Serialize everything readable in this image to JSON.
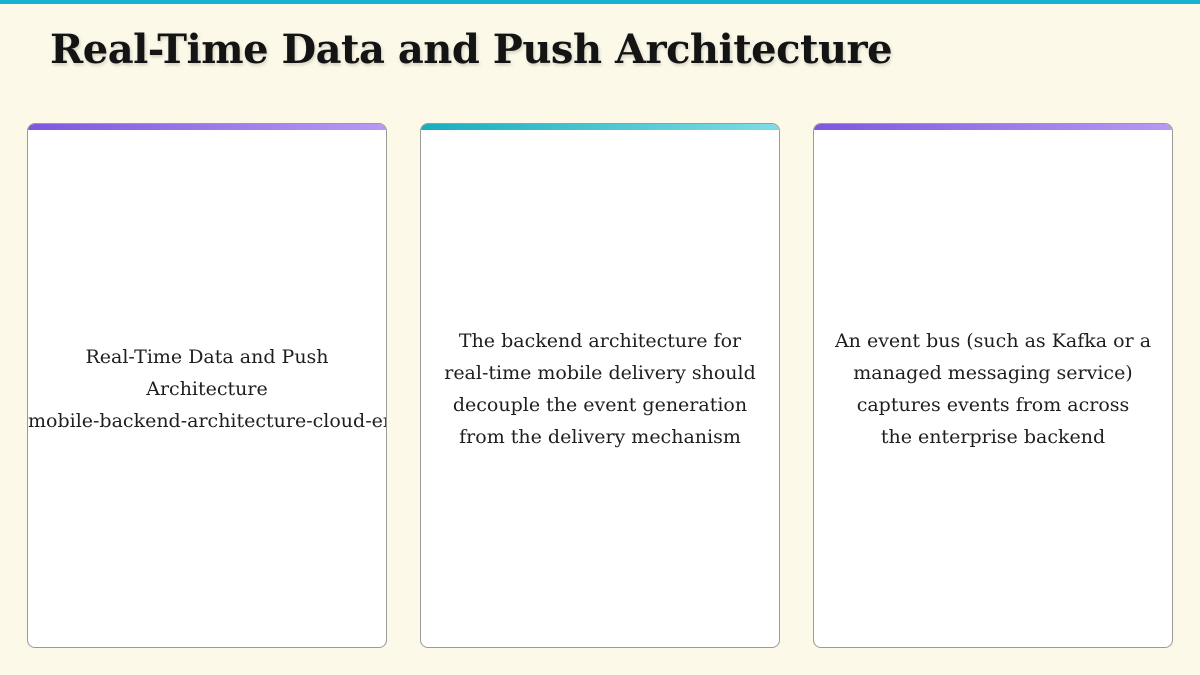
{
  "slide": {
    "title": "Real-Time Data and Push Architecture"
  },
  "colors": {
    "background": "#fcf9e9",
    "top_bar": "#17b3cf",
    "accent_purple": "#7e57de",
    "accent_teal": "#17aebf"
  },
  "cards": [
    {
      "accent": "purple",
      "lines": [
        "Real-Time Data and Push",
        "Architecture"
      ],
      "slug": "mobile-backend-architecture-cloud-era-real-t"
    },
    {
      "accent": "teal",
      "lines": [
        "The backend architecture for",
        "real-time mobile delivery should",
        "decouple the event generation",
        "from the delivery mechanism"
      ]
    },
    {
      "accent": "purple",
      "lines": [
        "An event bus (such as Kafka or a",
        "managed messaging service)",
        "captures events from across",
        "the enterprise backend"
      ]
    }
  ]
}
